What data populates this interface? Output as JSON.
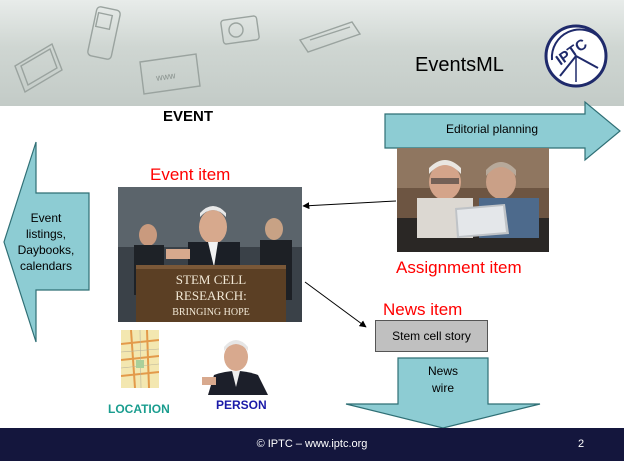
{
  "header": {
    "title": "EventsML",
    "sketch_text": "www"
  },
  "diagram": {
    "event_heading": "EVENT",
    "event_item_label": "Event item",
    "assignment_item_label": "Assignment item",
    "news_item_label": "News item",
    "story_box": "Stem cell story",
    "editorial_arrow": "Editorial planning",
    "left_arrow": "Event\nlistings,\nDaybooks,\ncalendars",
    "newswire_arrow": "News\nwire",
    "location_caption": "LOCATION",
    "person_caption": "PERSON",
    "podium_sign": [
      "STEM CELL",
      "RESEARCH:",
      "BRINGING HOPE"
    ]
  },
  "footer": {
    "copyright": "© IPTC – www.iptc.org",
    "page_number": "2"
  },
  "colors": {
    "arrow_fill": "#8dccd3",
    "label_red": "#ff0000",
    "location_teal": "#1a9d8f",
    "person_blue": "#1a1aa8",
    "footer_navy": "#14163d"
  }
}
